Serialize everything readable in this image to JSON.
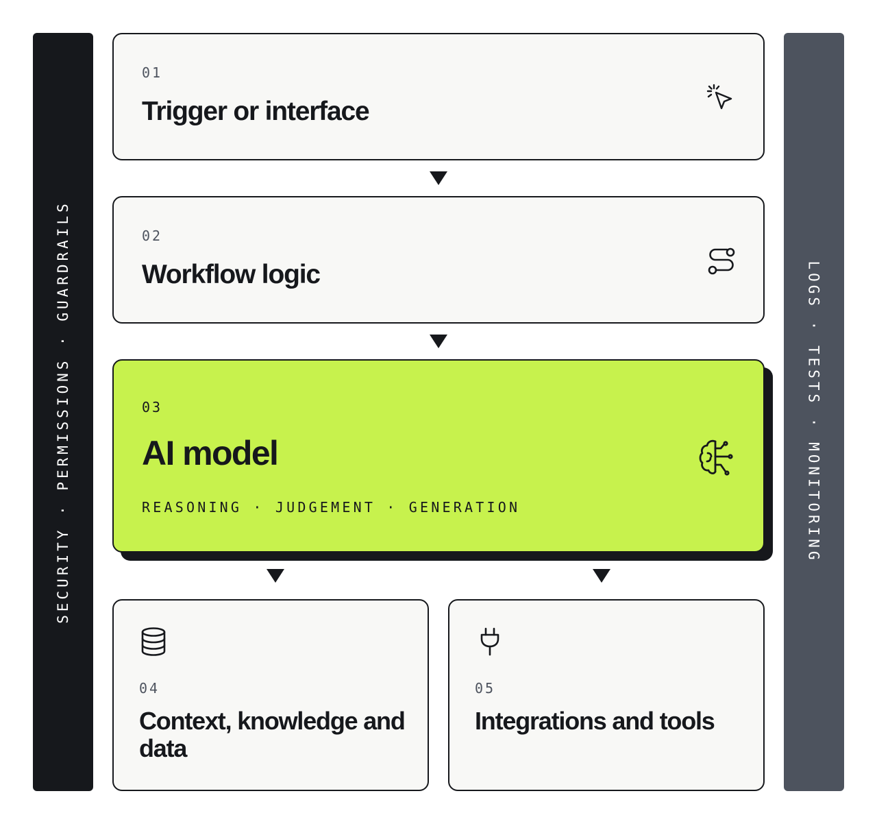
{
  "rails": {
    "left": "SECURITY · PERMISSIONS · GUARDRAILS",
    "right": "LOGS · TESTS · MONITORING"
  },
  "steps": [
    {
      "number": "01",
      "title": "Trigger or interface",
      "icon": "cursor-click-icon"
    },
    {
      "number": "02",
      "title": "Workflow logic",
      "icon": "workflow-route-icon"
    },
    {
      "number": "03",
      "title": "AI model",
      "icon": "brain-circuit-icon",
      "subtitle": "REASONING · JUDGEMENT · GENERATION"
    },
    {
      "number": "04",
      "title": "Context, knowledge and data",
      "icon": "database-icon"
    },
    {
      "number": "05",
      "title": "Integrations and tools",
      "icon": "plug-icon"
    }
  ],
  "colors": {
    "dark": "#16181c",
    "slate": "#4d535e",
    "card": "#f8f8f6",
    "accent": "#c7f24d"
  }
}
